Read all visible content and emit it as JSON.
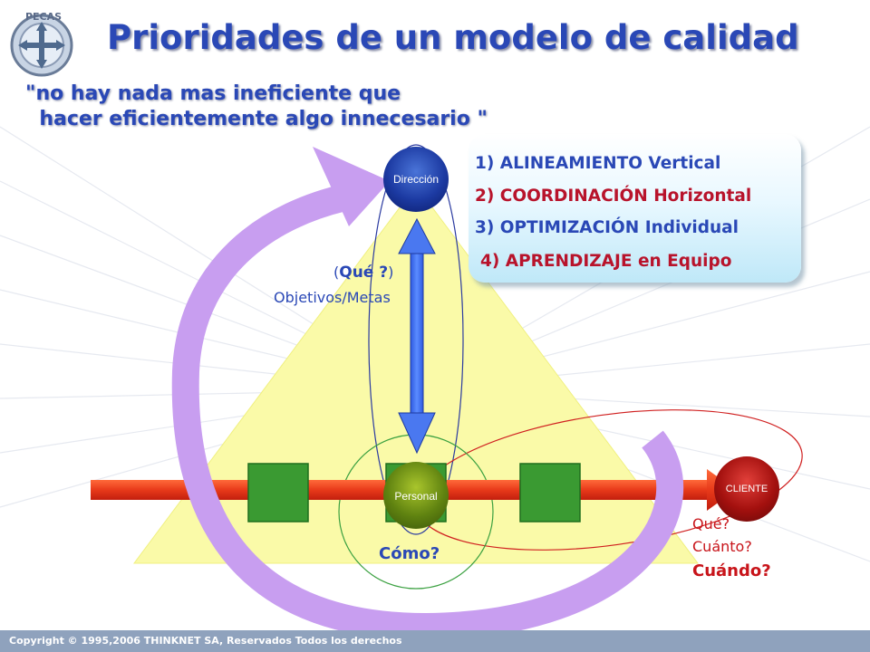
{
  "header": {
    "title": "Prioridades de un modelo de calidad",
    "quote_line1": "\"no hay nada mas ineficiente que",
    "quote_line2": "  hacer eficientemente algo innecesario \"",
    "logo_text": "PECAS"
  },
  "priorities": [
    "1) ALINEAMIENTO Vertical",
    "2) COORDINACIÓN Horizontal",
    "3) OPTIMIZACIÓN Individual",
    "4) APRENDIZAJE  en Equipo"
  ],
  "nodes": {
    "direccion": "Dirección",
    "personal": "Personal",
    "cliente": "CLIENTE"
  },
  "labels": {
    "que_open": "(",
    "que": "Qué ?",
    "que_close": ")",
    "objetivos": "Objetivos/Metas",
    "como": "Cómo?",
    "client_q1": "Qué?",
    "client_q2": "Cuánto?",
    "client_q3": "Cuándo?"
  },
  "footer": {
    "copyright": "Copyright © 1995,2006 THINKNET SA, Reservados Todos los derechos"
  },
  "colors": {
    "title_blue": "#2a48b6",
    "accent_red": "#b8132b",
    "triangle_yellow": "#fafaa8",
    "loop_purple": "#c89ef0",
    "process_green": "#3a9a32",
    "footer_bar": "#8fa2bd"
  }
}
